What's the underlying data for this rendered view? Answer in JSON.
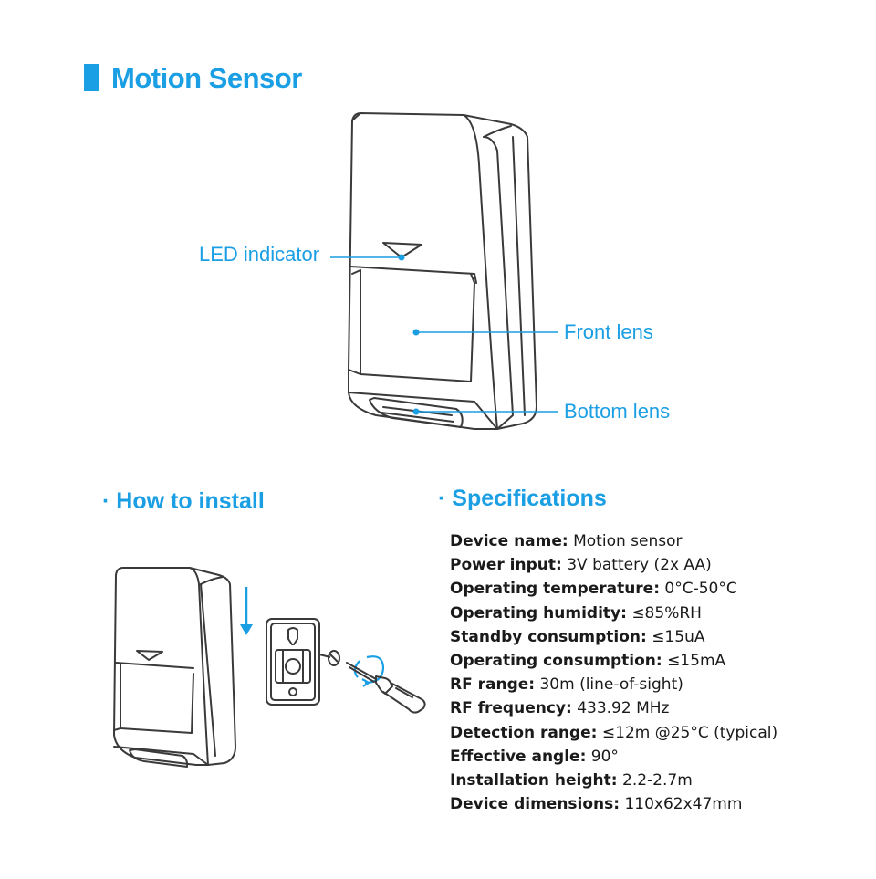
{
  "header": {
    "title": "Motion Sensor"
  },
  "diagram": {
    "callouts": {
      "led": "LED indicator",
      "front_lens": "Front lens",
      "bottom_lens": "Bottom lens"
    }
  },
  "install": {
    "title": "· How to install"
  },
  "specifications": {
    "title": "· Specifications",
    "rows": [
      {
        "label": "Device name:",
        "value": "Motion sensor"
      },
      {
        "label": "Power input:",
        "value": "3V battery (2x AA)"
      },
      {
        "label": "Operating temperature:",
        "value": "0°C-50°C"
      },
      {
        "label": "Operating humidity:",
        "value": "≤85%RH"
      },
      {
        "label": "Standby consumption:",
        "value": "≤15uA"
      },
      {
        "label": "Operating consumption:",
        "value": "≤15mA"
      },
      {
        "label": "RF range:",
        "value": "30m (line-of-sight)"
      },
      {
        "label": "RF frequency:",
        "value": "433.92 MHz"
      },
      {
        "label": "Detection range:",
        "value": "≤12m @25°C (typical)"
      },
      {
        "label": "Effective angle:",
        "value": "90°"
      },
      {
        "label": "Installation height:",
        "value": "2.2-2.7m"
      },
      {
        "label": "Device dimensions:",
        "value": "110x62x47mm"
      }
    ]
  },
  "colors": {
    "accent": "#1a9ee4",
    "line": "#3a3a3a",
    "text": "#1a1a1a"
  }
}
